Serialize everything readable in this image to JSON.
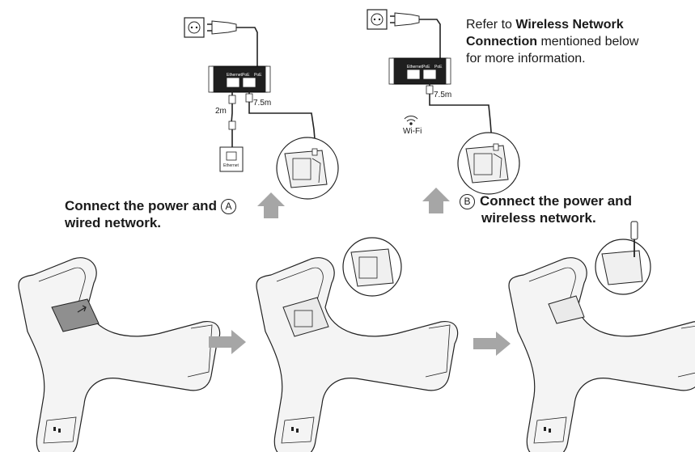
{
  "colors": {
    "line": "#222222",
    "arrow": "#a6a6a6",
    "device": "#f4f4f4",
    "cover": "#8f8f8f"
  },
  "panel_a": {
    "cable_short": "2m",
    "cable_long": "7.5m",
    "injector_port_1": "Ethernet",
    "injector_port_2": "PoE",
    "injector_port_3": "PoE",
    "wall_jack": "Ethernet",
    "caption_line1": "Connect the power and",
    "caption_marker": "A",
    "caption_line2": "wired network."
  },
  "panel_b": {
    "cable_long": "7.5m",
    "injector_port_1": "Ethernet",
    "injector_port_2": "PoE",
    "injector_port_3": "PoE",
    "wifi_label": "Wi-Fi",
    "note_part1": "Refer to",
    "note_bold": "Wireless Network Connection",
    "note_part2": "mentioned below for more information.",
    "note_line1_prefix": "Refer to ",
    "note_line1_bold": "Wireless Network",
    "note_line2_bold": "Connection",
    "note_line2_suffix": " mentioned below",
    "note_line3": "for more information.",
    "caption_marker": "B",
    "caption_line1": "Connect the power and",
    "caption_line2": "wireless network."
  },
  "icons": [
    "power-outlet-icon",
    "wifi-icon",
    "screwdriver-icon",
    "arrow-up-icon",
    "arrow-right-icon"
  ]
}
